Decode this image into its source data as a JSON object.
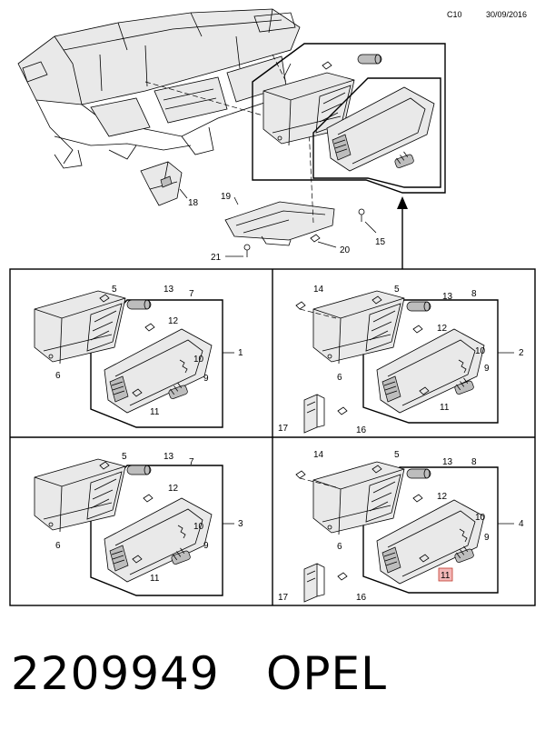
{
  "header": {
    "code": "C10",
    "date": "30/09/2016"
  },
  "footer": {
    "part_number": "2209949",
    "brand": "OPEL"
  },
  "callouts": {
    "top": {
      "c18": "18",
      "c19": "19",
      "c15": "15",
      "c20": "20",
      "c21": "21"
    },
    "panel1": {
      "c5": "5",
      "c13": "13",
      "c7": "7",
      "c12": "12",
      "c1": "1",
      "c10": "10",
      "c9": "9",
      "c6": "6",
      "c11": "11"
    },
    "panel2": {
      "c14": "14",
      "c5": "5",
      "c13": "13",
      "c8": "8",
      "c12": "12",
      "c10": "10",
      "c2": "2",
      "c9": "9",
      "c6": "6",
      "c11": "11",
      "c17": "17",
      "c16": "16"
    },
    "panel3": {
      "c5": "5",
      "c13": "13",
      "c7": "7",
      "c12": "12",
      "c10": "10",
      "c3": "3",
      "c9": "9",
      "c6": "6",
      "c11": "11"
    },
    "panel4": {
      "c14": "14",
      "c5": "5",
      "c13": "13",
      "c8": "8",
      "c12": "12",
      "c10": "10",
      "c4": "4",
      "c9": "9",
      "c6": "6",
      "c11": "11",
      "c17": "17",
      "c16": "16"
    }
  },
  "highlight": {
    "color": "#f3b7b7",
    "border": "#c0392b",
    "label": "11"
  }
}
